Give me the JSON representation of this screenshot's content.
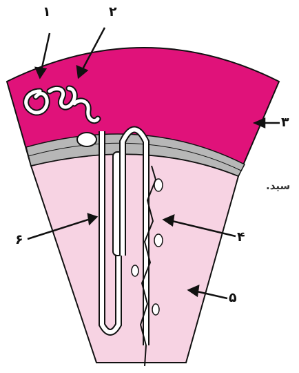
{
  "labels": {
    "l1": "۱",
    "l2": "۲",
    "l3": "۳",
    "l4": "۴",
    "l5": "۵",
    "l6": "۶"
  },
  "side_fragment": "سید.",
  "colors": {
    "cortex": "#e0127a",
    "medulla": "#f7d3e3",
    "band": "#b7b7b7",
    "outline": "#111111",
    "tubule_fill": "#ffffff"
  }
}
